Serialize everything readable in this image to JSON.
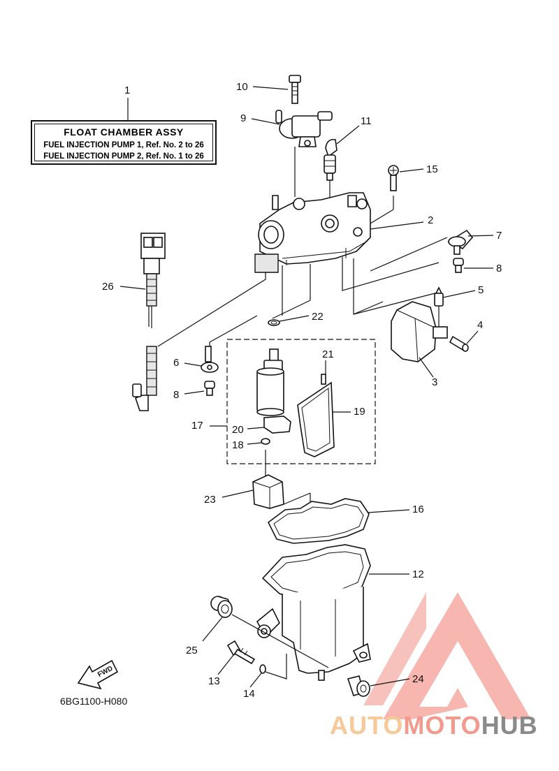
{
  "title_box": {
    "heading": "FLOAT CHAMBER  ASSY",
    "line1": "FUEL INJECTION PUMP 1,  Ref. No. 2 to 26",
    "line2": "FUEL INJECTION PUMP 2,  Ref. No. 1 to 26"
  },
  "diagram_code": "6BG1100-H080",
  "fwd_label": "FWD",
  "callouts": [
    "1",
    "2",
    "3",
    "4",
    "5",
    "6",
    "7",
    "8",
    "8",
    "9",
    "10",
    "11",
    "12",
    "13",
    "14",
    "15",
    "16",
    "17",
    "18",
    "19",
    "20",
    "21",
    "22",
    "23",
    "24",
    "25",
    "26"
  ],
  "watermark": {
    "part_a": "AUTO",
    "part_b": "MOTO",
    "part_c": "HUB",
    "colors": {
      "auto": "#f6c89a",
      "moto": "#f29a8e",
      "hub": "#8a8a8a",
      "triangle": "#f4a097"
    }
  },
  "colors": {
    "line": "#111111",
    "background": "#ffffff"
  }
}
